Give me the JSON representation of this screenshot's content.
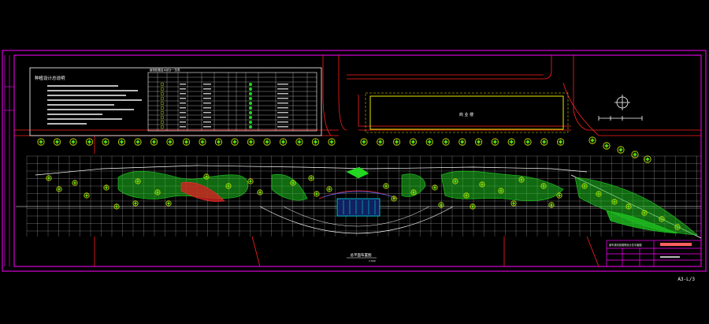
{
  "drawing": {
    "notes_title": "种植设计总说明",
    "plant_table_title": "植物配置苗木统计一览表",
    "building_label": "商 业 楼",
    "plan_caption": "总平面布置图",
    "plan_scale": "1:500",
    "titleblock_name": "某市滨河景观带设计总平面图",
    "sheet_id": "A3-L/3"
  },
  "colors": {
    "background": "#000000",
    "frame": "#ff00ff",
    "road_lines": "#ff2020",
    "grid": "#e8e8e8",
    "planting": "#22d622",
    "trees": "#c8e800",
    "accent_cyan": "#00ffff",
    "accent_blue": "#3060ff",
    "accent_red": "#ff3030",
    "text": "#ffffff"
  },
  "icons": {
    "north_arrow": "north-arrow-icon",
    "scale_bar": "scale-bar-icon",
    "street_tree": "tree-symbol-icon"
  }
}
